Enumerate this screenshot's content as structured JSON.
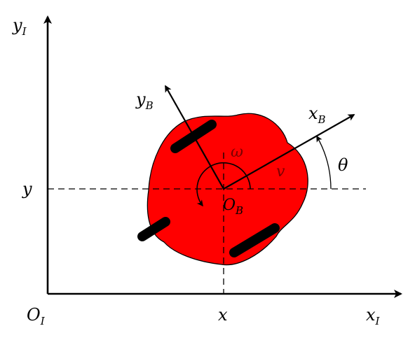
{
  "diagram": {
    "labels": {
      "y_axis_main": "y",
      "y_axis_sub": "I",
      "x_axis_main": "x",
      "x_axis_sub": "I",
      "origin_main": "O",
      "origin_sub": "I",
      "body_x_main": "x",
      "body_x_sub": "B",
      "body_y_main": "y",
      "body_y_sub": "B",
      "body_origin_main": "O",
      "body_origin_sub": "B",
      "y_coord": "y",
      "x_coord": "x",
      "theta": "θ",
      "omega": "ω",
      "velocity": "v"
    },
    "colors": {
      "body_fill": "#ff0000",
      "outline": "#000000",
      "wheel": "#000000"
    }
  }
}
